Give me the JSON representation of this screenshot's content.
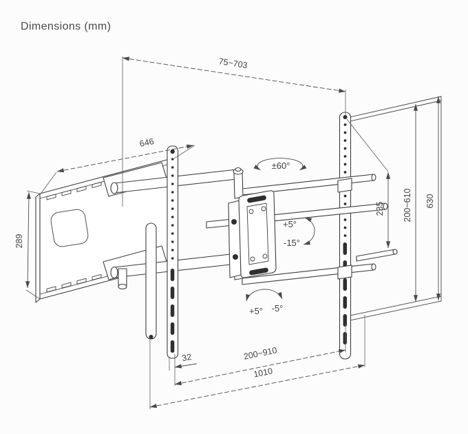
{
  "title": "Dimensions (mm)",
  "drawing": {
    "subject": "articulating-tv-wall-mount-technical-drawing",
    "units": "mm",
    "line_color": "#3d3d3d",
    "dim_color": "#4a4a4a",
    "text_color": "#434343",
    "background": "#fcfcfc"
  },
  "dims": {
    "extension_range": "75~703",
    "wall_plate_width": "646",
    "wall_plate_height": "289",
    "swivel": "±60°",
    "tilt_up": "+5°",
    "tilt_down": "-15°",
    "post_swivel_plus": "+5°",
    "post_swivel_minus": "-5°",
    "rail_to_arm": "235",
    "vesa_vertical_range": "200~610",
    "tv_height": "630",
    "rail_offset": "32",
    "vesa_horizontal_range": "200~910",
    "overall_width": "1010"
  }
}
